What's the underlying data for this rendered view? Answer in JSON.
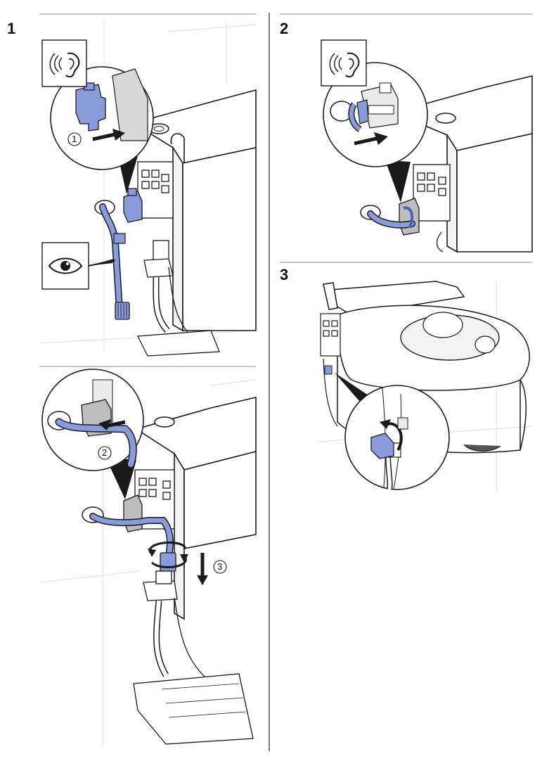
{
  "steps": [
    {
      "number": "1"
    },
    {
      "number": "2"
    },
    {
      "number": "3"
    }
  ],
  "callouts": {
    "one": "1",
    "two": "2",
    "three": "3"
  },
  "icons": {
    "listen": "ear-icon",
    "inspect": "eye-icon"
  },
  "colors": {
    "highlight": "#8a9bd9",
    "highlight_dark": "#4f63b5",
    "line": "#1a1a1a",
    "wall_line": "#d9d9d9",
    "divider": "#888888"
  }
}
